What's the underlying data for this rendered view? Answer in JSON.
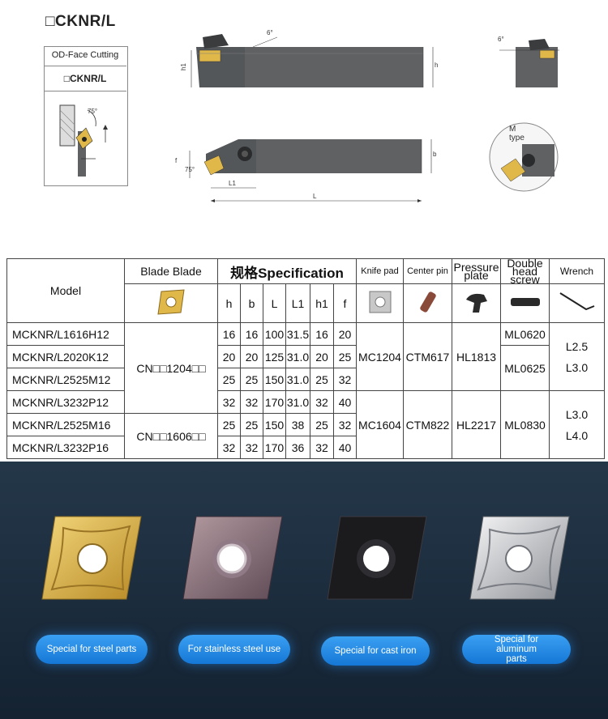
{
  "drawing": {
    "title": "□CKNR/L",
    "mode_label": "OD-Face Cutting",
    "mode_code": "□CKNR/L",
    "angle_75_a": "75°",
    "angle_6_a": "6°",
    "angle_6_b": "6°",
    "angle_75_b": "75°",
    "dim_h1": "h1",
    "dim_h": "h",
    "dim_f": "f",
    "dim_b": "b",
    "dim_L1": "L1",
    "dim_L": "L",
    "m_type_line1": "M",
    "m_type_line2": "type"
  },
  "table": {
    "header": {
      "model": "Model",
      "blade": "Blade Blade",
      "spec": "规格Specification",
      "knife_pad": "Knife pad",
      "center_pin": "Center pin",
      "pressure_plate": "Pressure plate",
      "double_head_screw": "Double head screw",
      "wrench": "Wrench",
      "cols": [
        "h",
        "b",
        "L",
        "L1",
        "h1",
        "f"
      ]
    },
    "rows": [
      {
        "model": "MCKNR/L1616H12",
        "h": "16",
        "b": "16",
        "L": "100",
        "L1": "31.5",
        "h1": "16",
        "f": "20"
      },
      {
        "model": "MCKNR/L2020K12",
        "h": "20",
        "b": "20",
        "L": "125",
        "L1": "31.0",
        "h1": "20",
        "f": "25"
      },
      {
        "model": "MCKNR/L2525M12",
        "h": "25",
        "b": "25",
        "L": "150",
        "L1": "31.0",
        "h1": "25",
        "f": "32"
      },
      {
        "model": "MCKNR/L3232P12",
        "h": "32",
        "b": "32",
        "L": "170",
        "L1": "31.0",
        "h1": "32",
        "f": "40"
      },
      {
        "model": "MCKNR/L2525M16",
        "h": "25",
        "b": "25",
        "L": "150",
        "L1": "38",
        "h1": "25",
        "f": "32"
      },
      {
        "model": "MCKNR/L3232P16",
        "h": "32",
        "b": "32",
        "L": "170",
        "L1": "36",
        "h1": "32",
        "f": "40"
      }
    ],
    "blade_group1": "CN□□1204□□",
    "blade_group2": "CN□□1606□□",
    "pad_group1": "MC1204",
    "pad_group2": "MC1604",
    "pin_group1": "CTM617",
    "pin_group2": "CTM822",
    "plate_group1": "HL1813",
    "plate_group2": "HL2217",
    "screw_a": "ML0620",
    "screw_b": "ML0625",
    "screw_c": "ML0830",
    "wrench_a": "L2.5",
    "wrench_b": "L3.0",
    "wrench_c": "L3.0",
    "wrench_d": "L4.0"
  },
  "banner": {
    "labels": [
      "Special for steel parts",
      "For stainless steel use",
      "Special for cast iron",
      "Special for aluminum parts"
    ]
  },
  "colors": {
    "tool_body": "#5f6163",
    "insert_gold": "#e0b84a",
    "banner_bg": "#1c2d3e",
    "pill_blue": "#1e88e5"
  }
}
